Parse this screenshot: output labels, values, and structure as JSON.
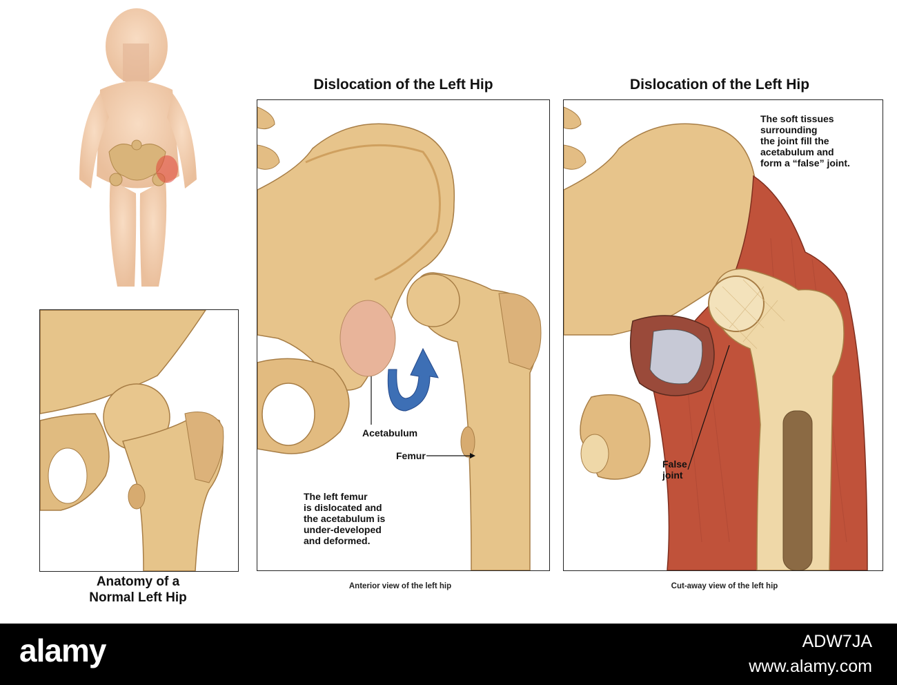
{
  "titles": {
    "middle": "Dislocation of the Left Hip",
    "right": "Dislocation of the Left Hip"
  },
  "captions": {
    "normal": "Anatomy of a\nNormal Left Hip",
    "anterior": "Anterior view of the left hip",
    "cutaway": "Cut-away view of the left hip"
  },
  "labels": {
    "acetabulum": "Acetabulum",
    "femur": "Femur",
    "false_joint": "False\njoint"
  },
  "notes": {
    "middle": "The left femur\nis dislocated and\nthe acetabulum is\nunder-developed\nand deformed.",
    "right": "The soft tissues\nsurrounding\nthe joint fill the\nacetabulum and\nform a “false” joint."
  },
  "footer": {
    "logo": "alamy",
    "image_id": "ADW7JA",
    "url": "www.alamy.com"
  },
  "colors": {
    "bone": "#e6c48a",
    "bone_shade": "#c89a55",
    "muscle": "#c0523a",
    "skin": "#f3d2b3",
    "arrow": "#3d6fb5"
  }
}
